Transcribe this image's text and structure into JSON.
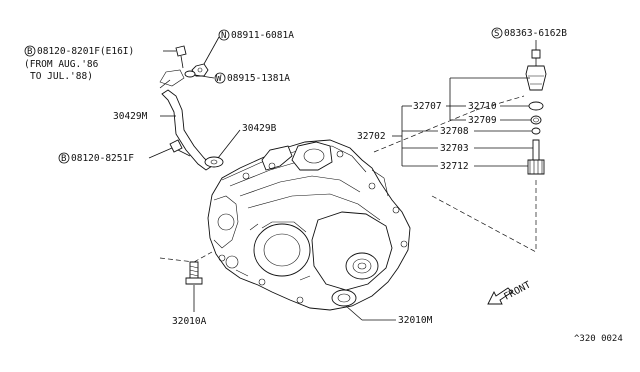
{
  "labels": {
    "bolt_top": {
      "prefix": "B",
      "text": "08120-8201F(E16I)"
    },
    "bolt_top_note1": "(FROM AUG.'86",
    "bolt_top_note2": "TO JUL.'88)",
    "nut_top": {
      "prefix": "N",
      "text": "08911-6081A"
    },
    "washer_top": {
      "prefix": "W",
      "text": "08915-1381A"
    },
    "tube": "30429M",
    "bracket": "30429B",
    "bolt_mid": {
      "prefix": "B",
      "text": "08120-8251F"
    },
    "screw_top": {
      "prefix": "S",
      "text": "08363-6162B"
    },
    "p32707": "32707",
    "p32710": "32710",
    "p32709": "32709",
    "p32702": "32702",
    "p32708": "32708",
    "p32703": "32703",
    "p32712": "32712",
    "p32010A": "32010A",
    "p32010M": "32010M",
    "front": "FRONT",
    "page_code": "^320 0024"
  }
}
